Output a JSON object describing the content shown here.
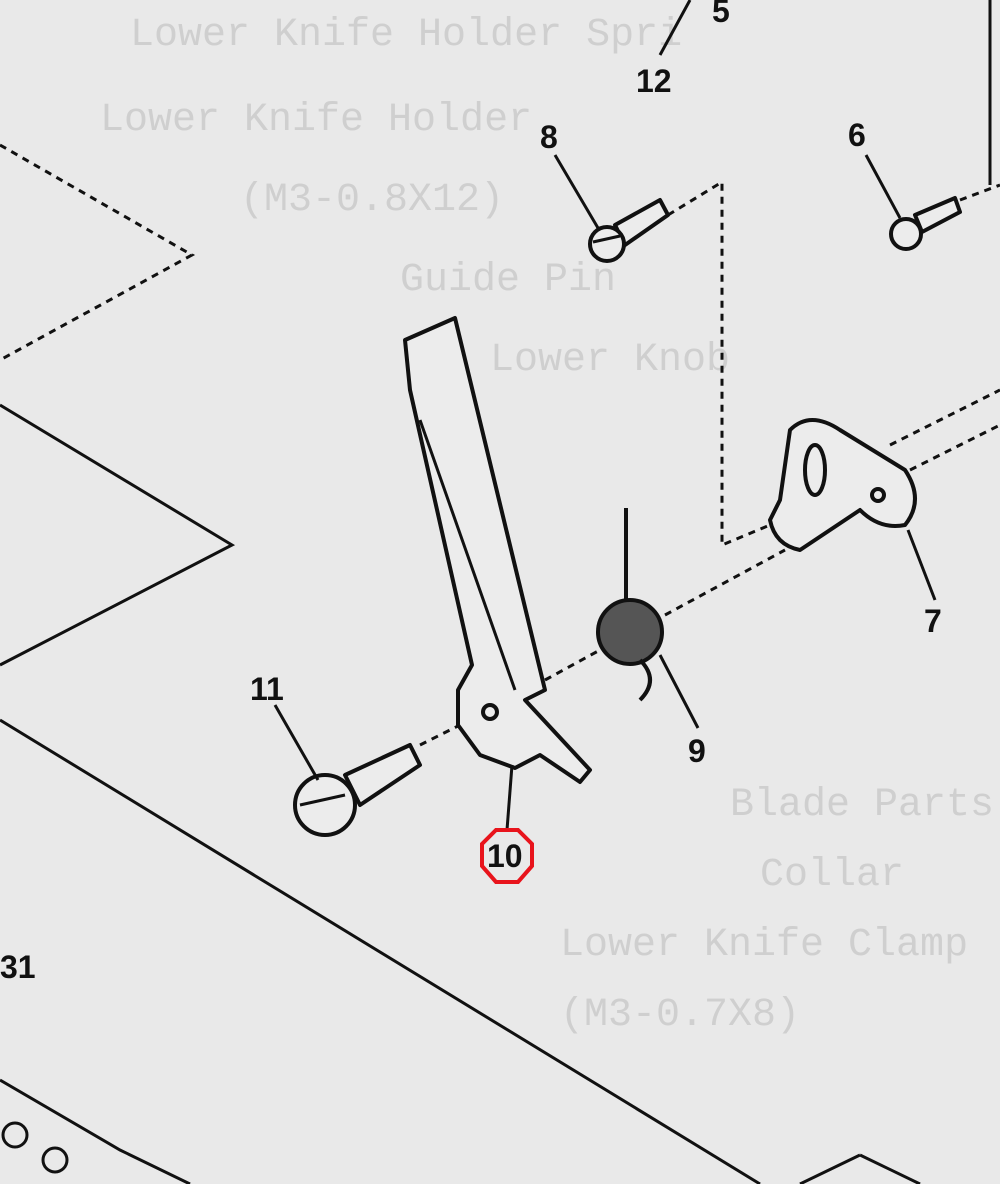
{
  "background_text": [
    "Lower Knife Holder Spri",
    "Lower Knife Holder",
    "(M3-0.8X12)",
    "Guide Pin",
    "Lower Knob",
    "Lower Knife Clamp",
    "(M3-0.7X8)",
    "Collar",
    "Blade Parts"
  ],
  "callouts": {
    "c5": "5",
    "c12": "12",
    "c8": "8",
    "c6": "6",
    "c7": "7",
    "c9": "9",
    "c11": "11",
    "c10": "10",
    "c31": "31"
  },
  "highlight_color": "#e8141c"
}
